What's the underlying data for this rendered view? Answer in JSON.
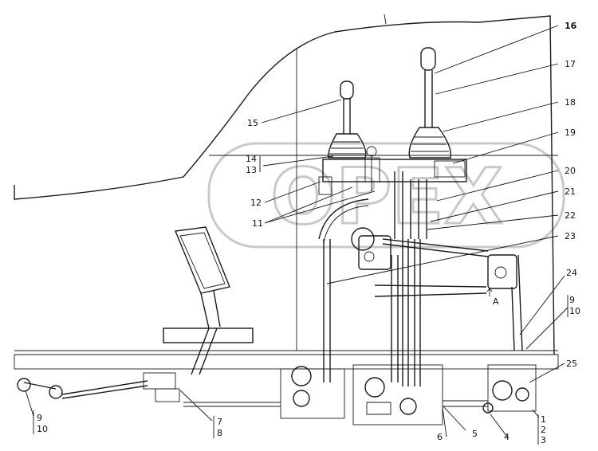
{
  "watermark": "OPEX",
  "callouts": {
    "c1": "1",
    "c2": "2",
    "c3": "3",
    "c4": "4",
    "c5": "5",
    "c6": "6",
    "c7": "7",
    "c8": "8",
    "c9": "9",
    "c10": "10",
    "c9b": "9",
    "c10b": "10",
    "c11": "11",
    "c12": "12",
    "c13": "13",
    "c14": "14",
    "c15": "15",
    "c16": "16",
    "c17": "17",
    "c18": "18",
    "c19": "19",
    "c20": "20",
    "c21": "21",
    "c22": "22",
    "c23": "23",
    "c24": "24",
    "c25": "25",
    "view_a": "A"
  }
}
